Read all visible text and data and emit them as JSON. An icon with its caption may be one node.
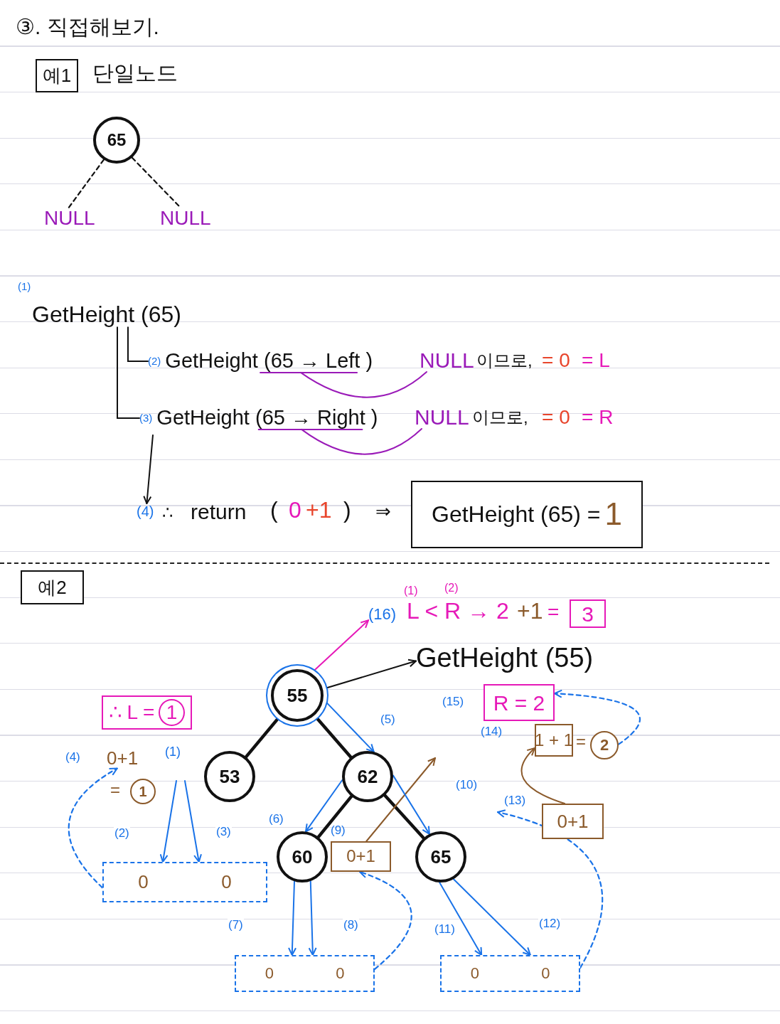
{
  "diagram": {
    "title": "③. 직접해보기.",
    "nodes": [
      {
        "text": [
          "예1"
        ]
      },
      {
        "text": [
          "65"
        ]
      },
      {
        "text": [
          "NULL"
        ]
      },
      {
        "text": [
          "NULL"
        ]
      },
      {
        "text": [
          "GetHeight (65)"
        ]
      },
      {
        "text": [
          "GetHeight (65 → Left )"
        ],
        "beside": [
          "(2)"
        ]
      },
      {
        "text": [
          "NULL"
        ]
      },
      {
        "text": [
          "GetHeight (65 → Right )"
        ],
        "beside": [
          "(3)"
        ]
      },
      {
        "text": [
          "NULL"
        ]
      },
      {
        "text": [
          "(4)"
        ]
      },
      {
        "text": [
          "GetHeight (65) =",
          "1"
        ]
      },
      {
        "text": [
          "예2"
        ]
      },
      {
        "text": [
          "(16)"
        ]
      },
      {
        "text": [
          "3"
        ]
      },
      {
        "text": [
          "GetHeight (55)"
        ]
      },
      {
        "text": [
          "55"
        ]
      },
      {
        "text": [
          "R = 2"
        ],
        "beside": [
          "(15)"
        ]
      },
      {
        "text": [
          "∴ L =",
          "1"
        ]
      },
      {
        "text": [
          "1 + 1"
        ]
      },
      {
        "text": [
          "2"
        ]
      },
      {
        "text": [
          "0+1"
        ],
        "beside": [
          "(4)"
        ]
      },
      {
        "text": [
          "1"
        ]
      },
      {
        "text": [
          "53"
        ]
      },
      {
        "text": [
          "62"
        ]
      },
      {
        "text": [
          "0+1"
        ]
      },
      {
        "text": [
          "60"
        ]
      },
      {
        "text": [
          "0+1"
        ],
        "beside": [
          "(9)"
        ]
      },
      {
        "text": [
          "65"
        ]
      },
      {
        "text": [
          "0",
          "0"
        ]
      },
      {
        "text": [
          "0",
          "0"
        ]
      },
      {
        "text": [
          "0",
          "0"
        ]
      }
    ],
    "edges": [
      {
        "from": 1,
        "to": 2,
        "arrow": "none",
        "style": "dashed",
        "color": "#111111"
      },
      {
        "from": 1,
        "to": 3,
        "arrow": "none",
        "style": "dashed",
        "color": "#111111"
      },
      {
        "from": 4,
        "to": 5,
        "arrow": "none",
        "color": "#111111"
      },
      {
        "from": 4,
        "to": 7,
        "arrow": "none",
        "color": "#111111"
      },
      {
        "from": 7,
        "to": 9,
        "arrow": "to",
        "color": "#111111"
      },
      {
        "from": 5,
        "to": 6,
        "arrow": "none",
        "color": "#9a1ab8"
      },
      {
        "from": 7,
        "to": 8,
        "arrow": "none",
        "color": "#9a1ab8"
      },
      {
        "from": 15,
        "to": 12,
        "arrow": "to",
        "color": "#e619b8"
      },
      {
        "from": 15,
        "to": 14,
        "arrow": "to",
        "color": "#111111"
      },
      {
        "from": 15,
        "to": 22,
        "arrow": "none",
        "style": "thick",
        "color": "#111111"
      },
      {
        "from": 15,
        "to": 23,
        "arrow": "none",
        "style": "thick",
        "color": "#111111"
      },
      {
        "from": 23,
        "to": 25,
        "arrow": "none",
        "style": "thick",
        "color": "#111111"
      },
      {
        "from": 23,
        "to": 27,
        "arrow": "none",
        "style": "thick",
        "color": "#111111"
      },
      {
        "from": 15,
        "to": 23,
        "arrow": "to",
        "label": "(5)",
        "color": "#1a73e8"
      },
      {
        "from": 23,
        "to": 25,
        "arrow": "to",
        "label": "(6)",
        "color": "#1a73e8"
      },
      {
        "from": 25,
        "to": 29,
        "arrow": "to",
        "label": "(7)",
        "color": "#1a73e8"
      },
      {
        "from": 25,
        "to": 29,
        "arrow": "to",
        "label": "(8)",
        "color": "#1a73e8"
      },
      {
        "from": 29,
        "to": 26,
        "arrow": "to",
        "style": "dashed",
        "color": "#1a73e8"
      },
      {
        "from": 26,
        "to": null,
        "arrow": "to",
        "color": "#8b5a2b"
      },
      {
        "from": 23,
        "to": 27,
        "arrow": "to",
        "label": "(10)",
        "color": "#1a73e8"
      },
      {
        "from": 27,
        "to": 30,
        "arrow": "to",
        "label": "(11)",
        "color": "#1a73e8"
      },
      {
        "from": 27,
        "to": 30,
        "arrow": "to",
        "label": "(12)",
        "color": "#1a73e8"
      },
      {
        "from": 30,
        "to": null,
        "arrow": "to",
        "label": "(13)",
        "style": "dashed",
        "color": "#1a73e8"
      },
      {
        "from": 24,
        "to": 18,
        "arrow": "to",
        "color": "#8b5a2b"
      },
      {
        "from": 19,
        "to": 16,
        "arrow": "to",
        "style": "dashed",
        "color": "#1a73e8"
      },
      {
        "from": null,
        "to": 28,
        "arrow": "to",
        "label": "(2)",
        "color": "#1a73e8"
      },
      {
        "from": null,
        "to": 28,
        "arrow": "to",
        "label": "(3)",
        "color": "#1a73e8"
      },
      {
        "from": 28,
        "to": 20,
        "arrow": "to",
        "style": "dashed",
        "color": "#1a73e8"
      }
    ],
    "labels": [
      "단일노드",
      "(1)",
      "이므로,",
      "= 0",
      "= L",
      "이므로,",
      "= 0",
      "= R",
      "∴",
      "return",
      "(",
      "0",
      "+1",
      ")",
      "⇒",
      "(1)",
      "(2)",
      "L < R → 2",
      "+1",
      "=",
      "(14)",
      "=",
      "(1)",
      "="
    ]
  }
}
